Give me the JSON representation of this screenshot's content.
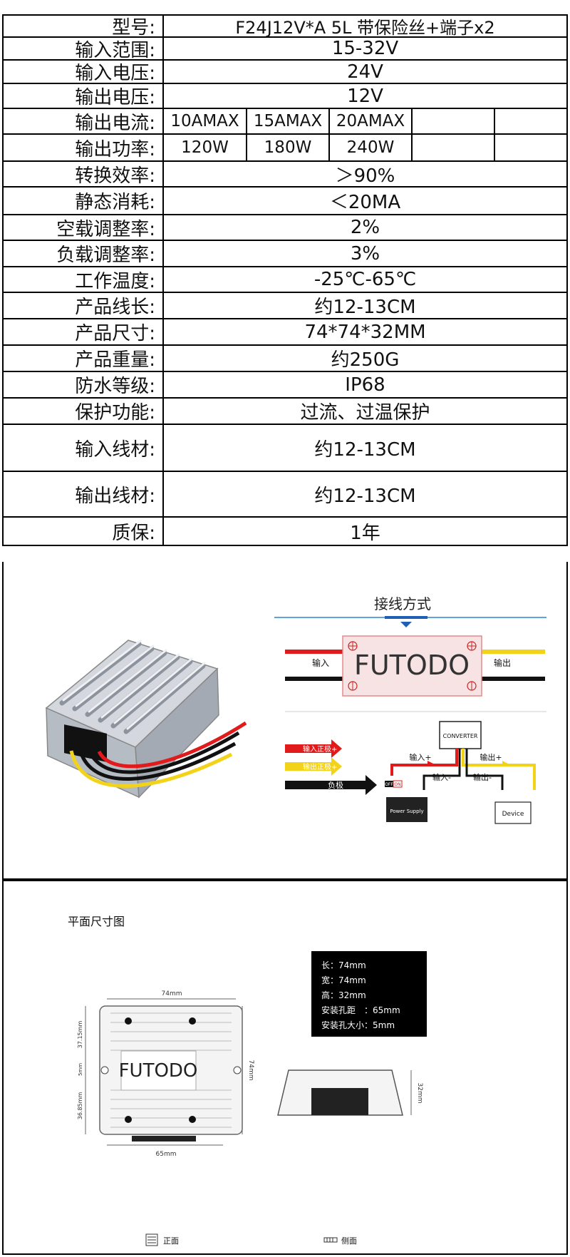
{
  "spec": {
    "model_label": "型号:",
    "model_value": "F24J12V*A 5L 带保险丝+端子x2",
    "input_range_label": "输入范围:",
    "input_range_value": "15-32V",
    "input_voltage_label": "输入电压:",
    "input_voltage_value": "24V",
    "output_voltage_label": "输出电压:",
    "output_voltage_value": "12V",
    "output_current_label": "输出电流:",
    "output_current_values": [
      "10AMAX",
      "15AMAX",
      "20AMAX",
      "",
      "",
      ""
    ],
    "output_power_label": "输出功率:",
    "output_power_values": [
      "120W",
      "180W",
      "240W",
      "",
      "",
      ""
    ],
    "efficiency_label": "转换效率:",
    "efficiency_value": "＞90%",
    "quiescent_label": "静态消耗:",
    "quiescent_value": "＜20MA",
    "no_load_reg_label": "空载调整率:",
    "no_load_reg_value": "2%",
    "load_reg_label": "负载调整率:",
    "load_reg_value": "3%",
    "temp_label": "工作温度:",
    "temp_value": "-25℃-65℃",
    "wire_length_label": "产品线长:",
    "wire_length_value": "约12-13CM",
    "size_label": "产品尺寸:",
    "size_value": "74*74*32MM",
    "weight_label": "产品重量:",
    "weight_value": "约250G",
    "waterproof_label": "防水等级:",
    "waterproof_value": "IP68",
    "protection_label": "保护功能:",
    "protection_value": "过流、过温保护",
    "input_wire_label": "输入线材:",
    "input_wire_value": "约12-13CM",
    "output_wire_label": "输出线材:",
    "output_wire_value": "约12-13CM",
    "warranty_label": "质保:",
    "warranty_value": "1年"
  },
  "wiring": {
    "title": "接线方式",
    "brand": "FUTODO",
    "input_label": "输入",
    "output_label": "输出",
    "converter_label": "CONVERTER",
    "input_pos": "输入+",
    "input_neg": "输入-",
    "output_pos": "输出+",
    "output_neg": "输出-",
    "device_label": "Device",
    "power_supply_label": "Power Supply",
    "off_label": "OFF",
    "on_label": "ON",
    "legend_input_pos": "输入正极+",
    "legend_output_pos": "输出正极+",
    "legend_negative": "负极"
  },
  "drawing": {
    "title": "平面尺寸图",
    "brand": "FUTODO",
    "dim_top": "74mm",
    "dim_right": "74mm",
    "dim_left_top": "37.15mm",
    "dim_left_mid": "5mm",
    "dim_left_bottom": "36.85mm",
    "dim_bottom": "65mm",
    "dim_side_height": "32mm",
    "front_label": "正面",
    "side_label": "侧面",
    "specs": [
      "长：74mm",
      "宽：74mm",
      "高：32mm",
      "安装孔距　：65mm",
      "安装孔大小：5mm"
    ]
  },
  "colors": {
    "red": "#e11b1b",
    "yellow": "#f3d21a",
    "black": "#111111",
    "accent_blue": "#1f5fb5"
  }
}
